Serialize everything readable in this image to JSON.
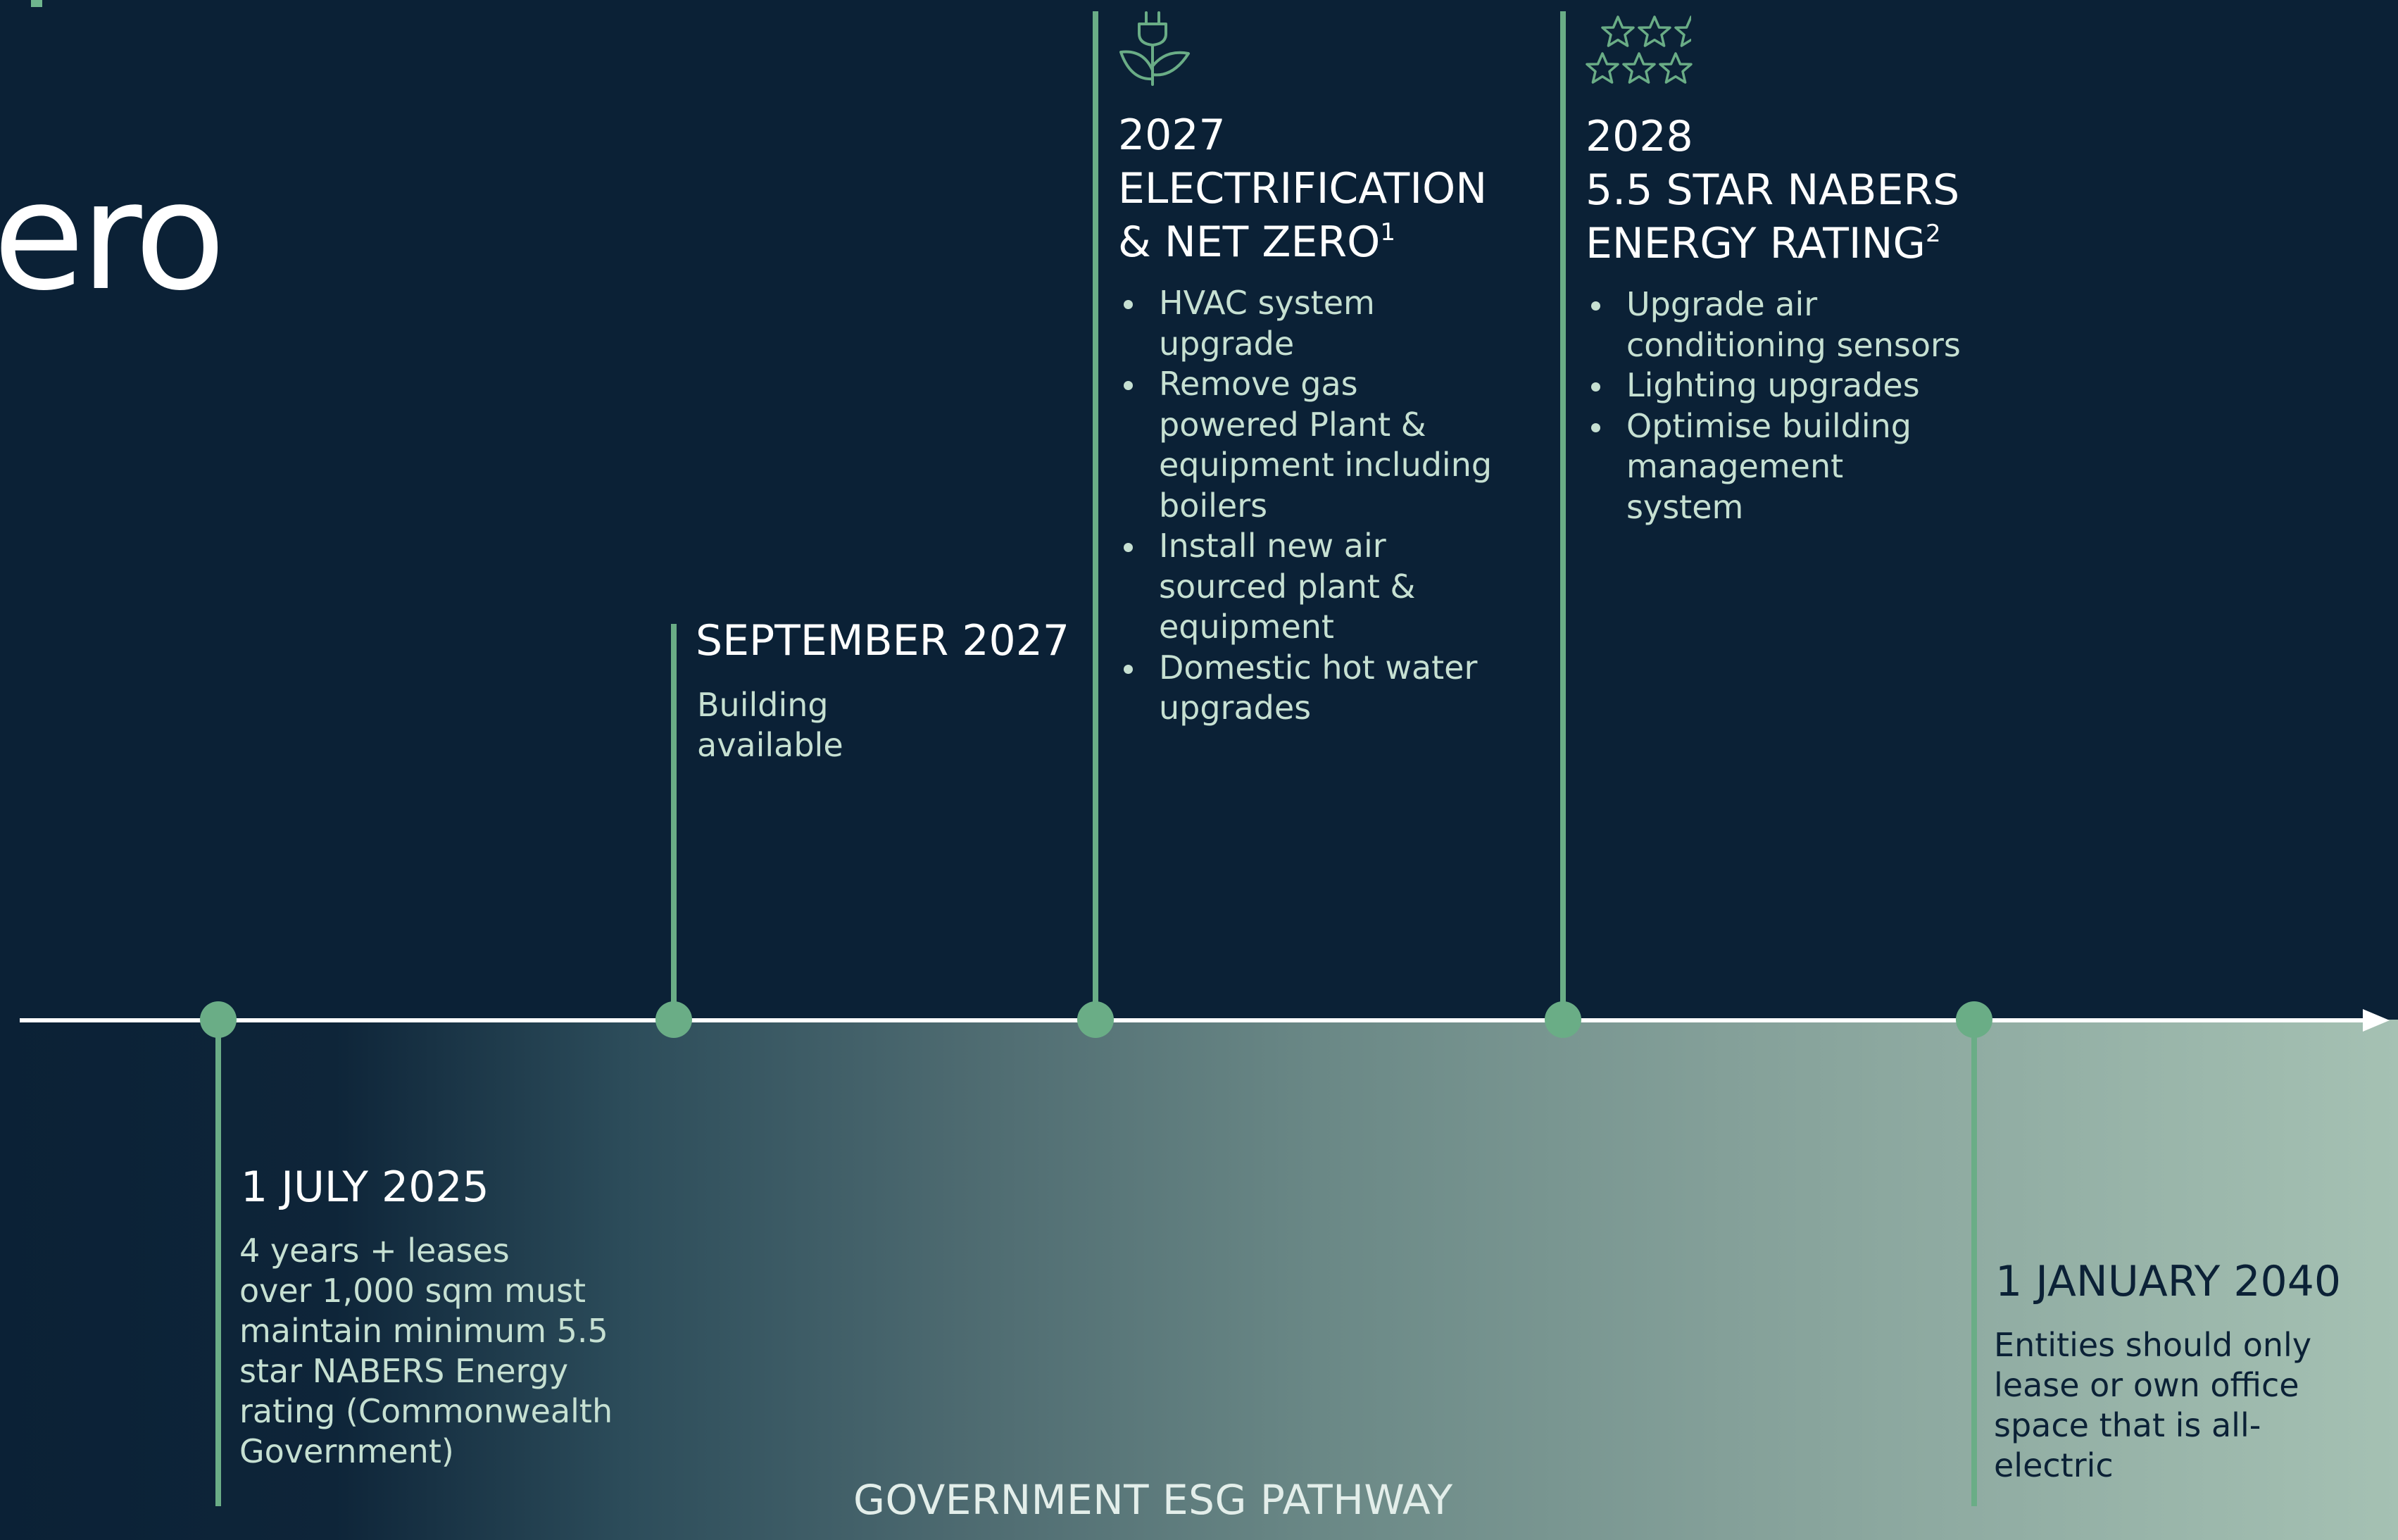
{
  "title_fragment": "ero",
  "milestones": {
    "july_2025": {
      "heading": "1 JULY 2025",
      "body": "4 years + leases\nover 1,000 sqm must\nmaintain minimum 5.5\nstar NABERS Energy\nrating (Commonwealth\nGovernment)"
    },
    "sept_2027": {
      "heading": "SEPTEMBER 2027",
      "body": "Building\navailable"
    },
    "electrification_2027": {
      "heading_line1": "2027",
      "heading_line2": "ELECTRIFICATION",
      "heading_line3": "& NET ZERO",
      "footnote": "1",
      "icon": "plug-leaf-icon",
      "bullets": [
        "HVAC system\nupgrade",
        "Remove gas\npowered Plant &\nequipment including\nboilers",
        "Install new air\nsourced plant &\nequipment",
        "Domestic hot water\nupgrades"
      ]
    },
    "nabers_2028": {
      "heading_line1": "2028",
      "heading_line2": "5.5 STAR NABERS",
      "heading_line3": "ENERGY RATING",
      "footnote": "2",
      "icon": "five-and-a-half-stars-icon",
      "bullets": [
        "Upgrade air\nconditioning sensors",
        "Lighting upgrades",
        "Optimise building\nmanagement\nsystem"
      ]
    },
    "jan_2040": {
      "heading": "1 JANUARY 2040",
      "body": "Entities should only\nlease or own office\nspace that is all-\nelectric"
    }
  },
  "footer_label": "GOVERNMENT ESG PATHWAY",
  "colors": {
    "background": "#0b2136",
    "accent_green": "#6aad86",
    "body_text": "#c6e0d2",
    "gradient_end": "#a5c1b3"
  }
}
